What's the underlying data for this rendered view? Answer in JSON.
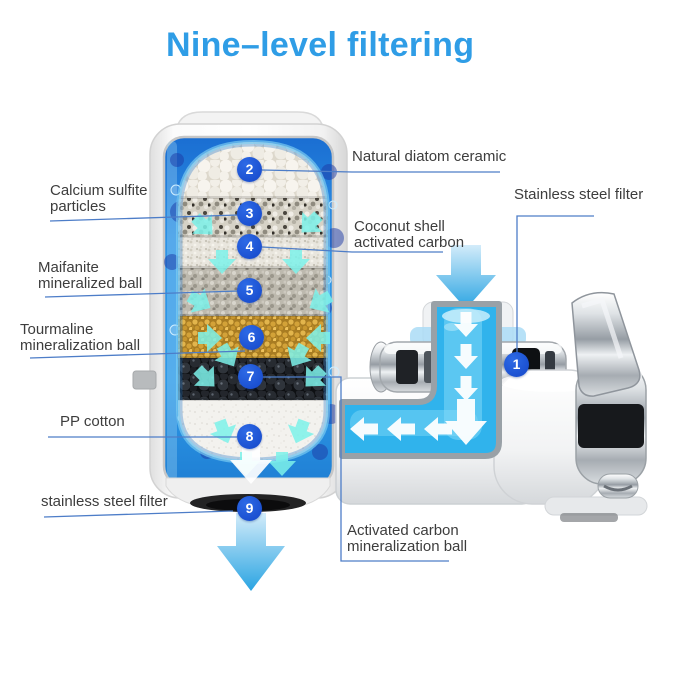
{
  "title": "Nine–level filtering",
  "levels": [
    {
      "num": "1",
      "label": "Stainless steel filter"
    },
    {
      "num": "2",
      "label": "Natural diatom ceramic"
    },
    {
      "num": "3",
      "label": "Calcium sulfite particles"
    },
    {
      "num": "4",
      "label": "Coconut shell activated carbon"
    },
    {
      "num": "5",
      "label": "Maifanite mineralized ball"
    },
    {
      "num": "6",
      "label": "Tourmaline mineralization ball"
    },
    {
      "num": "7",
      "label": "Activated carbon mineralization ball"
    },
    {
      "num": "8",
      "label": "PP cotton"
    },
    {
      "num": "9",
      "label": "stainless steel filter"
    }
  ],
  "colors": {
    "title_blue": "#2f9de6",
    "badge_blue": "#1a4fd2",
    "leader_line": "#4d7dc8",
    "flow_blue": "#30b3ec",
    "arrow_gradient_end": "#2aa4e2",
    "tourmaline_gold": "#d3a238"
  }
}
